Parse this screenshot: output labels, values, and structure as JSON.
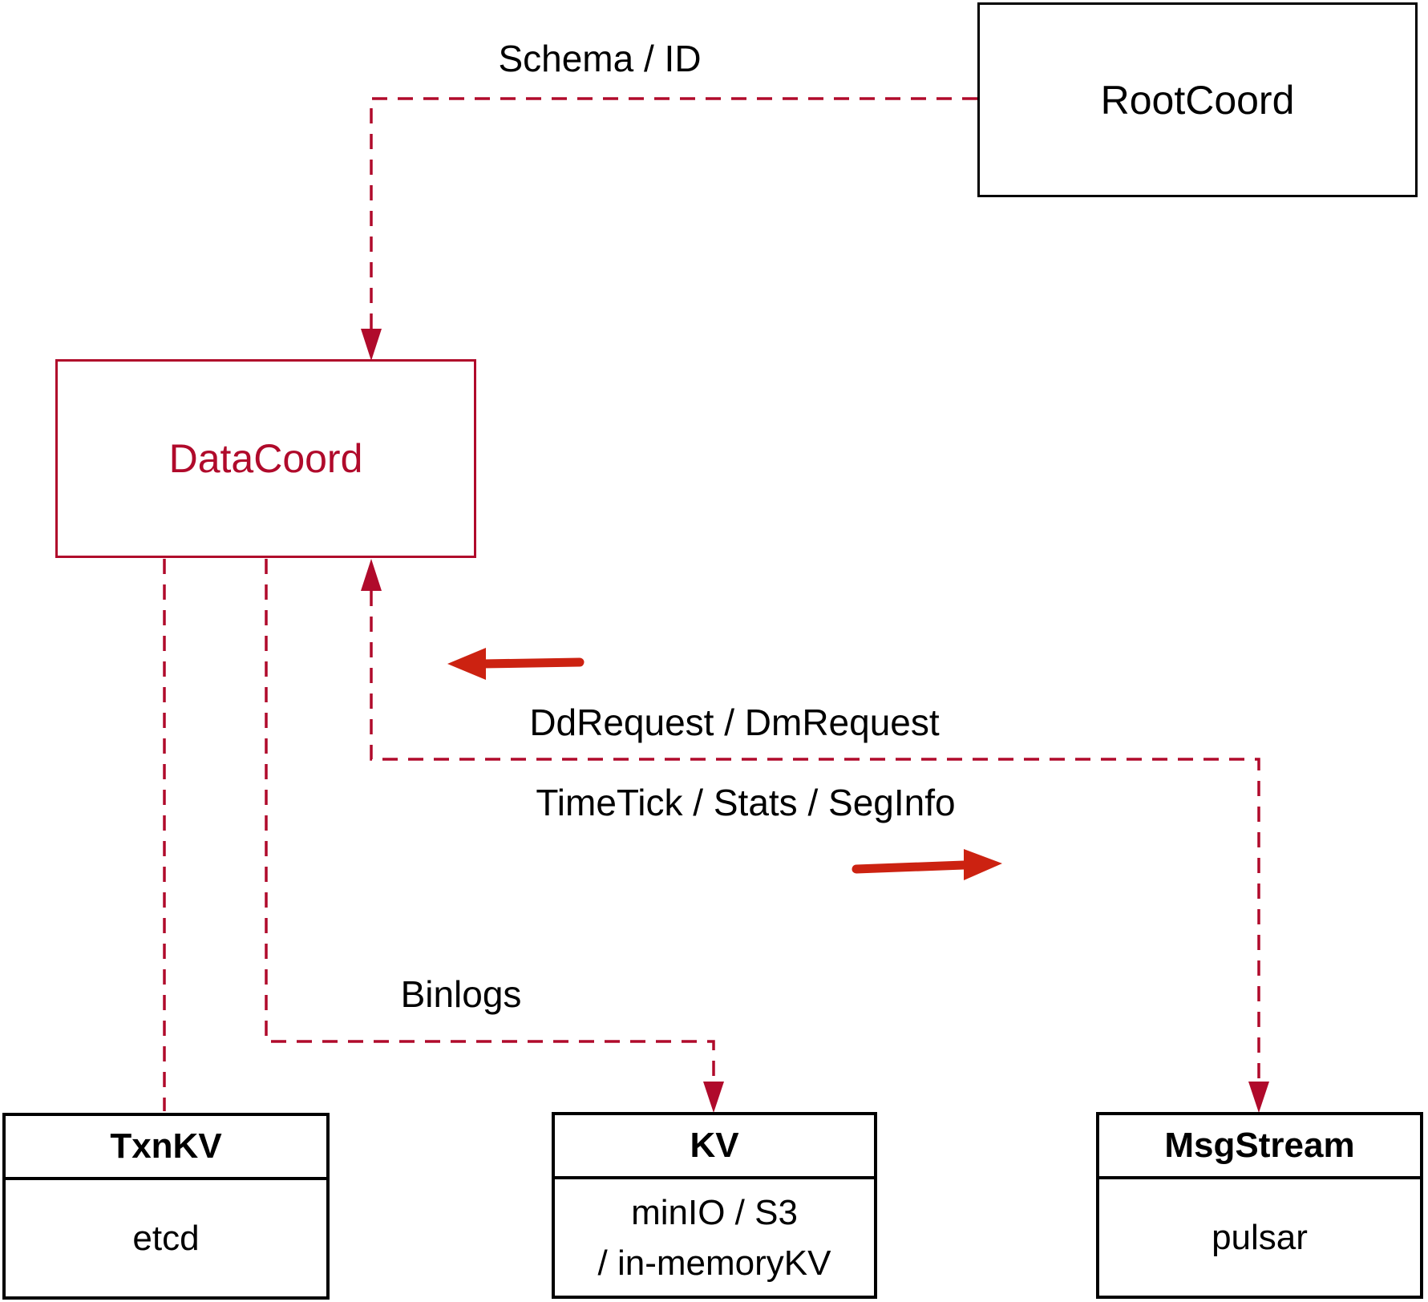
{
  "diagram": {
    "nodes": {
      "rootcoord": {
        "label": "RootCoord"
      },
      "datacoord": {
        "label": "DataCoord"
      },
      "txnkv": {
        "title": "TxnKV",
        "body": "etcd"
      },
      "kv": {
        "title": "KV",
        "body_line1": "minIO / S3",
        "body_line2": "/ in-memoryKV"
      },
      "msgstream": {
        "title": "MsgStream",
        "body": "pulsar"
      }
    },
    "edges": {
      "schema_id": {
        "label": "Schema / ID"
      },
      "dd_request": {
        "label": "DdRequest / DmRequest"
      },
      "time_tick": {
        "label": "TimeTick / Stats / SegInfo"
      },
      "binlogs": {
        "label": "Binlogs"
      }
    },
    "colors": {
      "dashed_line": "#b00a2b",
      "solid_arrow": "#cc2211",
      "node_border": "#000000",
      "datacoord_accent": "#b00a2b"
    }
  }
}
